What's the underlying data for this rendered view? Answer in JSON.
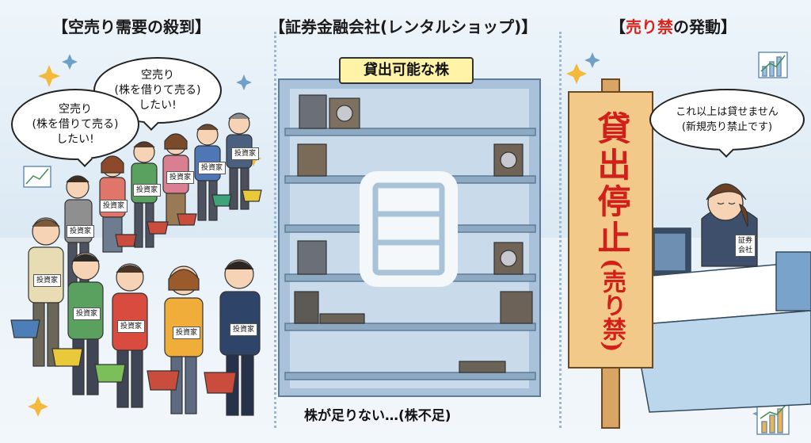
{
  "headings": {
    "left": "【空売り需要の殺到】",
    "middle": "【証券金融会社(レンタルショップ)】",
    "right_open": "【",
    "right_red": "売り禁",
    "right_close": "の発動】"
  },
  "speech_left_back": {
    "line1": "空売り",
    "line2": "(株を借りて売る)",
    "line3": "したい!"
  },
  "speech_left_front": {
    "line1": "空売り",
    "line2": "(株を借りて売る)",
    "line3": "したい!"
  },
  "investor_badge": "投資家",
  "shelf_label": "貸出可能な株",
  "shelf_caption": "株が足りない…(株不足)",
  "sign": {
    "main": "貸出停止",
    "sub": "(売り禁)"
  },
  "clerk_speech": {
    "line1": "これ以上は貸せません",
    "line2": "(新規売り禁止です)"
  },
  "clerk_badge": {
    "line1": "証券",
    "line2": "会社"
  },
  "colors": {
    "red_accent": "#d8241c",
    "shelf": "#bcd2e6",
    "sign_wood": "#f3c98a",
    "label_yellow": "#fff3a8"
  }
}
